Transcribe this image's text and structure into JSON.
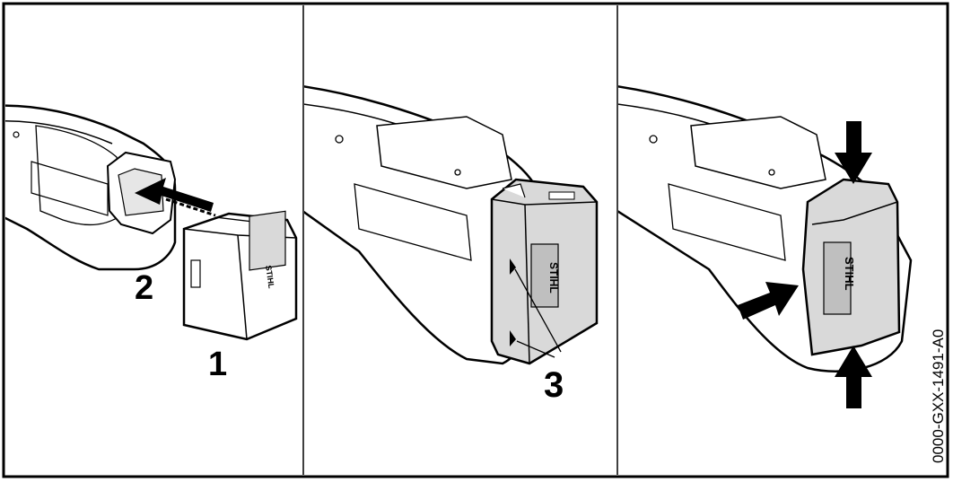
{
  "panels": [
    {
      "id": "panel-1",
      "callouts": [
        "1",
        "2"
      ],
      "brand": "STIHL"
    },
    {
      "id": "panel-2",
      "callouts": [
        "3"
      ],
      "brand": "STIHL"
    },
    {
      "id": "panel-3",
      "callouts": [],
      "brand": "STIHL"
    }
  ],
  "labels": {
    "one": "1",
    "two": "2",
    "three": "3"
  },
  "brand": "STIHL",
  "figure_code": "0000-GXX-1491-A0",
  "colors": {
    "line": "#000000",
    "fill_light": "#ffffff",
    "fill_shade": "#d9d9d9",
    "fill_mid": "#bfbfbf",
    "fill_dark": "#8c8c8c"
  }
}
